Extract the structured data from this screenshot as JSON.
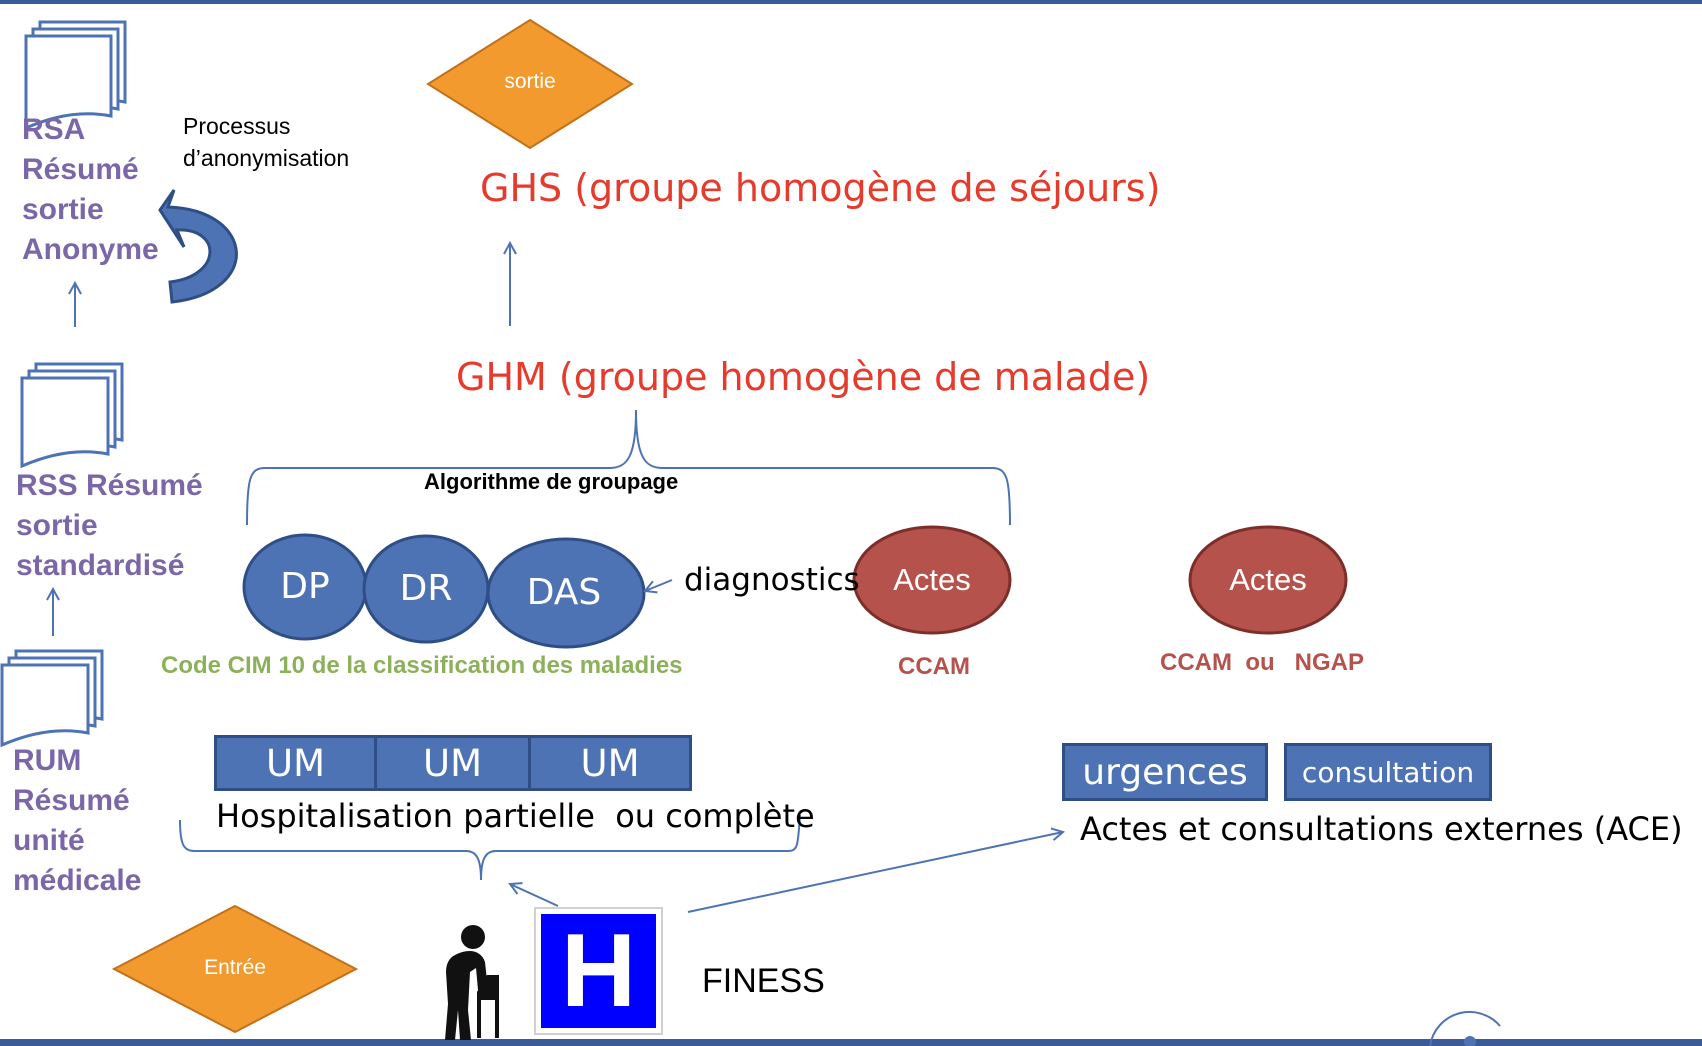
{
  "rsa": {
    "line1": "RSA",
    "line2": "Résumé",
    "line3": "sortie",
    "line4": "Anonyme"
  },
  "process": {
    "line1": "Processus",
    "line2": "d’anonymisation"
  },
  "rss": {
    "line1": "RSS Résumé",
    "line2": "sortie",
    "line3": "standardisé"
  },
  "rum": {
    "line1": "RUM",
    "line2": "Résumé",
    "line3": "unité",
    "line4": "médicale"
  },
  "sortie": "sortie",
  "entree": "Entrée",
  "ghs": "GHS (groupe homogène de séjours)",
  "ghm": "GHM (groupe homogène de malade)",
  "algorithme": "Algorithme de groupage",
  "diagnostic_ellipses": [
    "DP",
    "DR",
    "DAS"
  ],
  "diagnostics_label": "diagnostics",
  "code_cim": "Code CIM 10 de la classification des maladies",
  "actes_1": {
    "label": "Actes",
    "caption": "CCAM"
  },
  "actes_2": {
    "label": "Actes",
    "caption": "CCAM  ou   NGAP"
  },
  "um_boxes": [
    "UM",
    "UM",
    "UM"
  ],
  "hospitalisation": "Hospitalisation partielle  ou complète",
  "urgences": "urgences",
  "consultation": "consultation",
  "ace": "Actes et consultations externes (ACE)",
  "hospital_sign": "H",
  "finess": "FINESS",
  "colors": {
    "blue": "#4e73b4",
    "red_title": "#e53a2c",
    "orange": "#f39a2e",
    "purple": "#7b67a8",
    "green": "#8db05a",
    "brick": "#b5524c"
  }
}
